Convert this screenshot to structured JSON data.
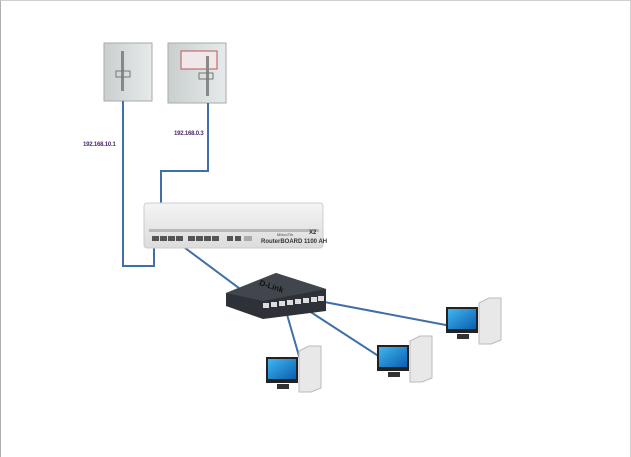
{
  "labels": {
    "ip_left": "192.168.10.1",
    "ip_right": "192.168.0.3"
  },
  "router": {
    "brand": "MikroTik",
    "model": "RouterBOARD 1100 AH",
    "badge": "X2"
  },
  "switch": {
    "brand": "D-Link"
  },
  "colors": {
    "cable": "#3e6fa6",
    "label": "#4b2a6e"
  }
}
